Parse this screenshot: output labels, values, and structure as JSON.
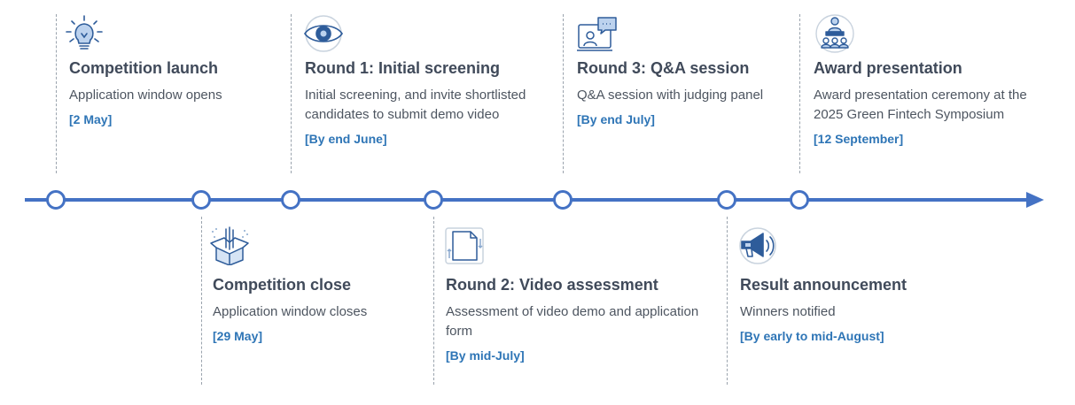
{
  "colors": {
    "axis": "#4472c4",
    "title": "#404a5a",
    "description": "#4d5560",
    "date": "#2e75b6",
    "connector": "#9aa3ad"
  },
  "milestones": [
    {
      "title": "Competition launch",
      "description": "Application window opens",
      "date": "[2 May]",
      "icon": "lightbulb-icon"
    },
    {
      "title": "Competition close",
      "description": "Application window closes",
      "date": "[29 May]",
      "icon": "open-box-icon"
    },
    {
      "title": "Round 1: Initial screening",
      "description": "Initial screening, and invite shortlisted candidates to submit demo video",
      "date": "[By end June]",
      "icon": "eye-icon"
    },
    {
      "title": "Round 2: Video assessment",
      "description": "Assessment of video demo and application form",
      "date": "[By mid-July]",
      "icon": "document-icon"
    },
    {
      "title": "Round 3: Q&A session",
      "description": "Q&A session with judging panel",
      "date": "[By end July]",
      "icon": "video-call-icon"
    },
    {
      "title": "Result announcement",
      "description": "Winners notified",
      "date": "[By early to mid-August]",
      "icon": "megaphone-icon"
    },
    {
      "title": "Award presentation",
      "description": "Award presentation ceremony at the 2025 Green Fintech Symposium",
      "date": "[12 September]",
      "icon": "presenter-icon"
    }
  ]
}
